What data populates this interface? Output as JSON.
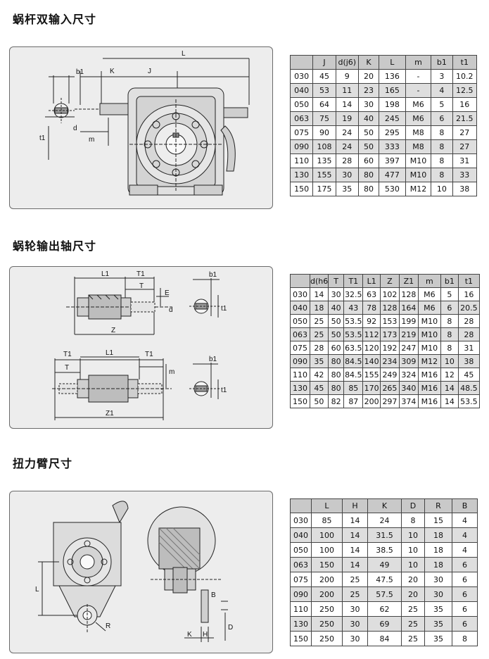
{
  "sections": [
    {
      "title": "蜗杆双输入尺寸",
      "diagram_labels": [
        "b1",
        "K",
        "J",
        "L",
        "d",
        "t1",
        "m"
      ],
      "table": {
        "headers": [
          "",
          "J",
          "d(j6)",
          "K",
          "L",
          "m",
          "b1",
          "t1"
        ],
        "rows": [
          [
            "030",
            "45",
            "9",
            "20",
            "136",
            "-",
            "3",
            "10.2"
          ],
          [
            "040",
            "53",
            "11",
            "23",
            "165",
            "-",
            "4",
            "12.5"
          ],
          [
            "050",
            "64",
            "14",
            "30",
            "198",
            "M6",
            "5",
            "16"
          ],
          [
            "063",
            "75",
            "19",
            "40",
            "245",
            "M6",
            "6",
            "21.5"
          ],
          [
            "075",
            "90",
            "24",
            "50",
            "295",
            "M8",
            "8",
            "27"
          ],
          [
            "090",
            "108",
            "24",
            "50",
            "333",
            "M8",
            "8",
            "27"
          ],
          [
            "110",
            "135",
            "28",
            "60",
            "397",
            "M10",
            "8",
            "31"
          ],
          [
            "130",
            "155",
            "30",
            "80",
            "477",
            "M10",
            "8",
            "33"
          ],
          [
            "150",
            "175",
            "35",
            "80",
            "530",
            "M12",
            "10",
            "38"
          ]
        ]
      }
    },
    {
      "title": "蜗轮输出轴尺寸",
      "diagram_labels": [
        "L1",
        "T1",
        "T",
        "E",
        "d",
        "Z",
        "b1",
        "t1",
        "T1",
        "L1",
        "T1",
        "T",
        "m",
        "Z1",
        "b1",
        "t1"
      ],
      "table": {
        "headers": [
          "",
          "d(h6)",
          "T",
          "T1",
          "L1",
          "Z",
          "Z1",
          "m",
          "b1",
          "t1"
        ],
        "rows": [
          [
            "030",
            "14",
            "30",
            "32.5",
            "63",
            "102",
            "128",
            "M6",
            "5",
            "16"
          ],
          [
            "040",
            "18",
            "40",
            "43",
            "78",
            "128",
            "164",
            "M6",
            "6",
            "20.5"
          ],
          [
            "050",
            "25",
            "50",
            "53.5",
            "92",
            "153",
            "199",
            "M10",
            "8",
            "28"
          ],
          [
            "063",
            "25",
            "50",
            "53.5",
            "112",
            "173",
            "219",
            "M10",
            "8",
            "28"
          ],
          [
            "075",
            "28",
            "60",
            "63.5",
            "120",
            "192",
            "247",
            "M10",
            "8",
            "31"
          ],
          [
            "090",
            "35",
            "80",
            "84.5",
            "140",
            "234",
            "309",
            "M12",
            "10",
            "38"
          ],
          [
            "110",
            "42",
            "80",
            "84.5",
            "155",
            "249",
            "324",
            "M16",
            "12",
            "45"
          ],
          [
            "130",
            "45",
            "80",
            "85",
            "170",
            "265",
            "340",
            "M16",
            "14",
            "48.5"
          ],
          [
            "150",
            "50",
            "82",
            "87",
            "200",
            "297",
            "374",
            "M16",
            "14",
            "53.5"
          ]
        ]
      }
    },
    {
      "title": "扭力臂尺寸",
      "diagram_labels": [
        "L",
        "R",
        "B",
        "K",
        "H",
        "D"
      ],
      "table": {
        "headers": [
          "",
          "L",
          "H",
          "K",
          "D",
          "R",
          "B"
        ],
        "rows": [
          [
            "030",
            "85",
            "14",
            "24",
            "8",
            "15",
            "4"
          ],
          [
            "040",
            "100",
            "14",
            "31.5",
            "10",
            "18",
            "4"
          ],
          [
            "050",
            "100",
            "14",
            "38.5",
            "10",
            "18",
            "4"
          ],
          [
            "063",
            "150",
            "14",
            "49",
            "10",
            "18",
            "6"
          ],
          [
            "075",
            "200",
            "25",
            "47.5",
            "20",
            "30",
            "6"
          ],
          [
            "090",
            "200",
            "25",
            "57.5",
            "20",
            "30",
            "6"
          ],
          [
            "110",
            "250",
            "30",
            "62",
            "25",
            "35",
            "6"
          ],
          [
            "130",
            "250",
            "30",
            "69",
            "25",
            "35",
            "6"
          ],
          [
            "150",
            "250",
            "30",
            "84",
            "25",
            "35",
            "8"
          ]
        ]
      }
    }
  ]
}
